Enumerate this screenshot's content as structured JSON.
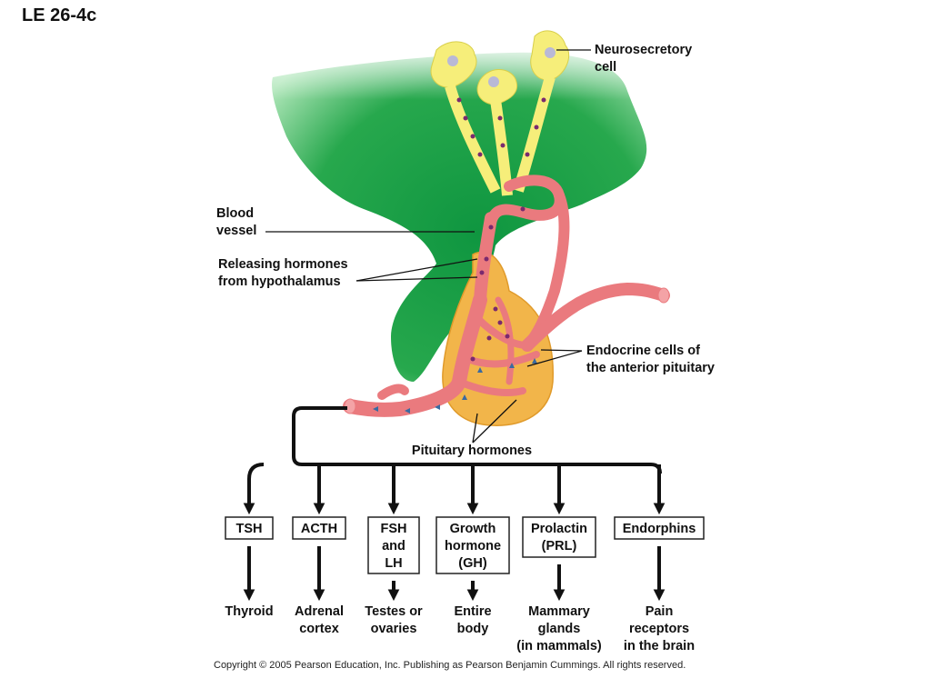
{
  "title": "LE 26-4c",
  "labels": {
    "neurosecretory": [
      "Neurosecretory",
      "cell"
    ],
    "blood_vessel": [
      "Blood",
      "vessel"
    ],
    "releasing": [
      "Releasing hormones",
      "from hypothalamus"
    ],
    "endocrine": [
      "Endocrine cells of",
      "the anterior pituitary"
    ],
    "pituitary_hormones": "Pituitary hormones"
  },
  "hormones": [
    {
      "name": [
        "TSH"
      ],
      "target": [
        "Thyroid"
      ]
    },
    {
      "name": [
        "ACTH"
      ],
      "target": [
        "Adrenal",
        "cortex"
      ]
    },
    {
      "name": [
        "FSH",
        "and",
        "LH"
      ],
      "target": [
        "Testes or",
        "ovaries"
      ]
    },
    {
      "name": [
        "Growth",
        "hormone",
        "(GH)"
      ],
      "target": [
        "Entire",
        "body"
      ]
    },
    {
      "name": [
        "Prolactin",
        "(PRL)"
      ],
      "target": [
        "Mammary",
        "glands",
        "(in mammals)"
      ]
    },
    {
      "name": [
        "Endorphins"
      ],
      "target": [
        "Pain",
        "receptors",
        "in the brain"
      ]
    }
  ],
  "copyright": "Copyright ©  2005 Pearson Education, Inc. Publishing as Pearson Benjamin Cummings. All rights reserved.",
  "colors": {
    "hypothalamus": "#22a24a",
    "vessel": "#ea7a7e",
    "pituitary": "#f2b54a",
    "neuron": "#f6ee7a",
    "hormone_dot": "#7a2a6e"
  }
}
